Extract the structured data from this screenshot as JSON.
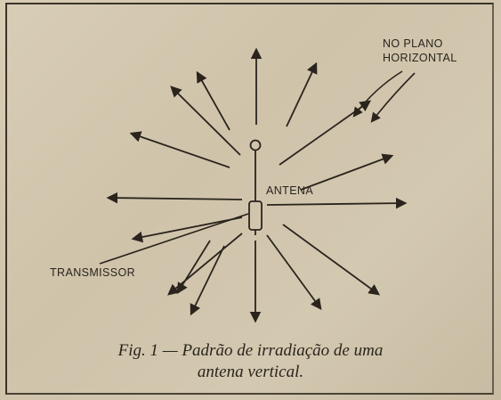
{
  "diagram": {
    "label_plane_line1": "NO PLANO",
    "label_plane_line2": "HORIZONTAL",
    "label_antenna": "ANTENA",
    "label_transmitter": "TRANSMISSOR"
  },
  "caption": {
    "line1": "Fig. 1 — Padrão de irradiação de uma",
    "line2": "antena vertical."
  },
  "colors": {
    "paper": "#d3c8b0",
    "ink": "#2a241d"
  }
}
